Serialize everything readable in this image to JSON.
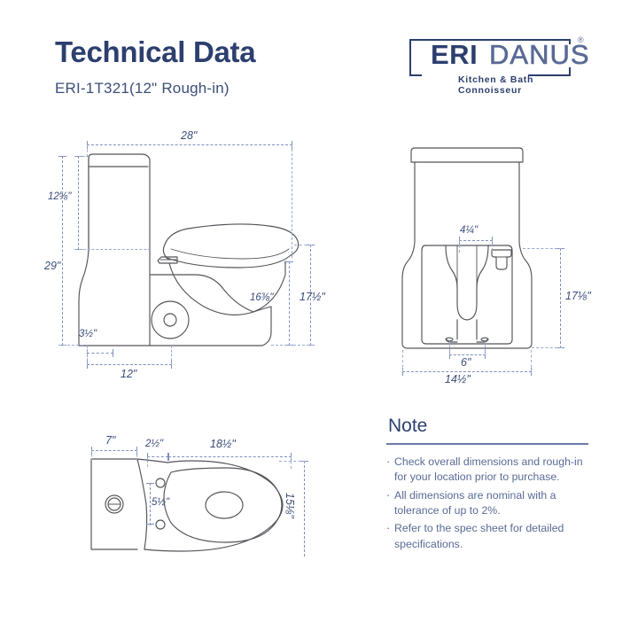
{
  "header": {
    "title": "Technical Data",
    "subtitle": "ERI-1T321(12\" Rough-in)"
  },
  "logo": {
    "brand_bold": "ERI",
    "brand_light": "DANUS",
    "registered": "®",
    "tagline": "Kitchen & Bath Connoisseur"
  },
  "colors": {
    "title_navy": "#2c3f6e",
    "dimension_blue": "#3a4c7a",
    "dim_line_blue": "#7f8fbe",
    "note_text": "#5a6a96",
    "drawing_stroke": "#53545a",
    "background": "#ffffff"
  },
  "views": {
    "side": {
      "name": "side-elevation-view",
      "dimensions": {
        "overall_depth": "28\"",
        "tank_height": "12⅝\"",
        "overall_height": "29\"",
        "rough_in_offset": "3½\"",
        "rough_in": "12\"",
        "bowl_rim_height": "16⅜\"",
        "seat_height": "17½\""
      }
    },
    "rear": {
      "name": "rear-elevation-view",
      "dimensions": {
        "supply_offset": "4¼\"",
        "height": "17⅛\"",
        "bolt_spread": "6\"",
        "overall_width": "14½\""
      }
    },
    "top": {
      "name": "top-plan-view",
      "dimensions": {
        "tank_depth": "7\"",
        "seat_offset": "2½\"",
        "bowl_length": "18½\"",
        "bolt_spacing": "5½\"",
        "overall_width": "15⅛\""
      }
    }
  },
  "note": {
    "heading": "Note",
    "items": [
      "Check overall dimensions and rough-in for your location prior to purchase.",
      "All dimensions are nominal with a tolerance of up to 2%.",
      "Refer to the spec sheet for detailed specifications."
    ]
  }
}
